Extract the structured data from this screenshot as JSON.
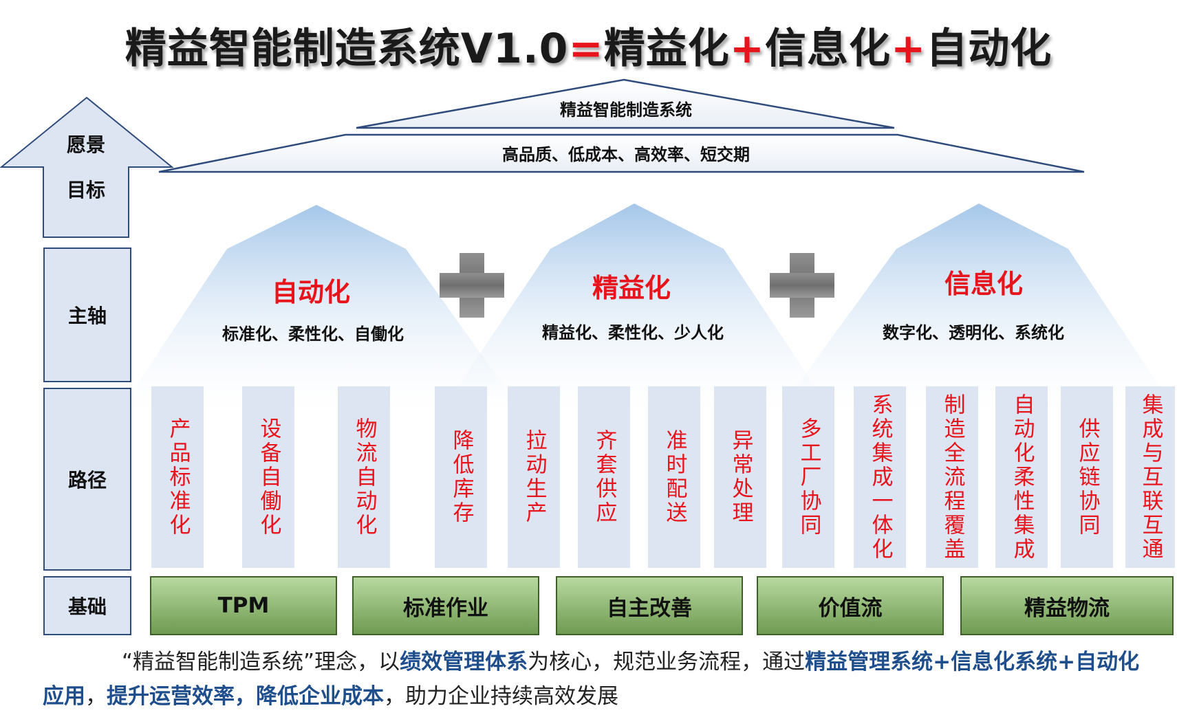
{
  "title": {
    "part1": "精益智能制造系统V1.0",
    "eq": "=",
    "part2": "精益化",
    "plus1": "+",
    "part3": "信息化",
    "plus2": "+",
    "part4": "自动化"
  },
  "roof": {
    "top_label": "精益智能制造系统",
    "bottom_label": "高品质、低成本、高效率、短交期"
  },
  "row_labels": {
    "vision_line1": "愿景",
    "vision_line2": "目标",
    "axis": "主轴",
    "path": "路径",
    "base": "基础"
  },
  "pillars": [
    {
      "title": "自动化",
      "subtitle": "标准化、柔性化、自働化"
    },
    {
      "title": "精益化",
      "subtitle": "精益化、柔性化、少人化"
    },
    {
      "title": "信息化",
      "subtitle": "数字化、透明化、系统化"
    }
  ],
  "paths": [
    "产品标准化",
    "设备自働化",
    "物流自动化",
    "降低库存",
    "拉动生产",
    "齐套供应",
    "准时配送",
    "异常处理",
    "多工厂协同",
    "系统集成一体化",
    "制造全流程覆盖",
    "自动化柔性集成",
    "供应链协同",
    "集成与互联互通"
  ],
  "foundation": [
    "TPM",
    "标准作业",
    "自主改善",
    "价值流",
    "精益物流"
  ],
  "summary": {
    "t1": "“精益智能制造系统”理念，以",
    "h1": "绩效管理体系",
    "t2": "为核心，规范业务流程，通过",
    "h2": "精益管理系统+信息化系统+自动化应用",
    "t3": "，",
    "h3": "提升运营效率，降低企业成本",
    "t4": "，助力企业持续高效发展"
  },
  "colors": {
    "accent_red": "#e8141c",
    "label_fill": "#dde5f3",
    "label_border": "#2e4b7c",
    "base_green": "#8cb86a",
    "highlight_blue": "#1f4e8c"
  }
}
